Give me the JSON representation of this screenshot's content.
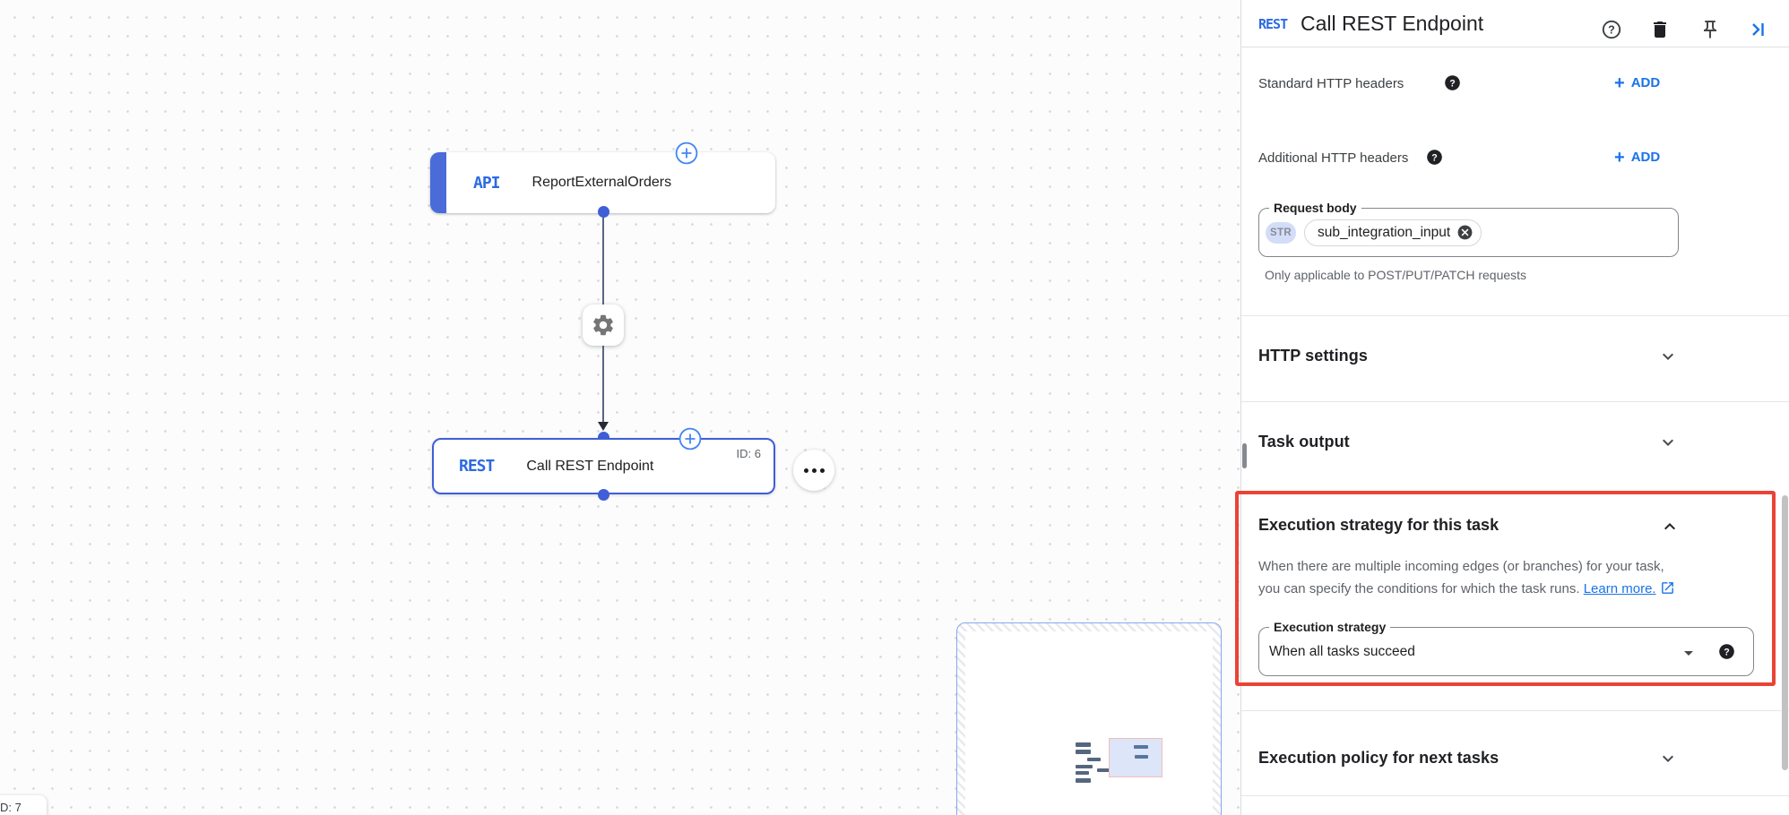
{
  "canvas": {
    "api_node": {
      "badge": "API",
      "label": "ReportExternalOrders"
    },
    "rest_node": {
      "badge": "REST",
      "label": "Call REST Endpoint",
      "id_label": "ID: 6"
    },
    "partial_node_label": "D: 7"
  },
  "panel": {
    "header": {
      "badge": "REST",
      "title": "Call REST Endpoint"
    },
    "headers_rows": [
      {
        "label": "Standard HTTP headers",
        "action": "ADD"
      },
      {
        "label": "Additional HTTP headers",
        "action": "ADD"
      }
    ],
    "request_body": {
      "label": "Request body",
      "type_chip": "STR",
      "value": "sub_integration_input",
      "helper": "Only applicable to POST/PUT/PATCH requests"
    },
    "sections": {
      "http_settings": "HTTP settings",
      "task_output": "Task output",
      "execution_policy": "Execution policy for next tasks"
    },
    "execution_strategy": {
      "heading": "Execution strategy for this task",
      "description_line1": "When there are multiple incoming edges (or branches) for your task,",
      "description_line2": "you can specify the conditions for which the task runs.",
      "link": "Learn more.",
      "field_label": "Execution strategy",
      "field_value": "When all tasks succeed"
    }
  },
  "colors": {
    "accent_blue": "#1a73e8",
    "node_blue": "#3f5ed8",
    "highlight_red": "#ea4335"
  }
}
